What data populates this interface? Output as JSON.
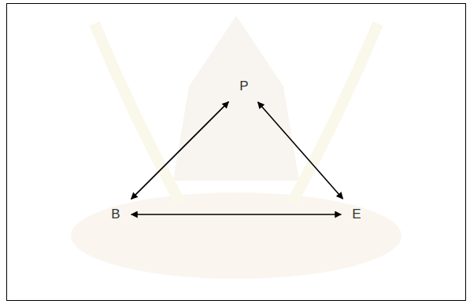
{
  "diagram": {
    "nodes": [
      {
        "text": [
          "P"
        ]
      },
      {
        "text": [
          "B"
        ]
      },
      {
        "text": [
          "E"
        ]
      }
    ],
    "edges": [
      {
        "from": 0,
        "to": 1,
        "arrow": "both"
      },
      {
        "from": 0,
        "to": 2,
        "arrow": "both"
      },
      {
        "from": 1,
        "to": 2,
        "arrow": "both"
      }
    ]
  }
}
